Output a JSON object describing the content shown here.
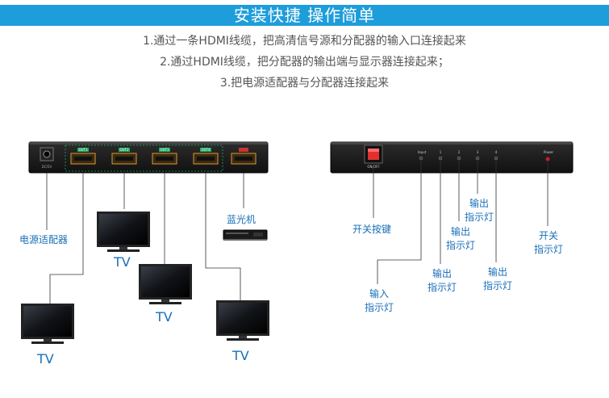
{
  "header": {
    "title": "安装快捷 操作简单"
  },
  "steps": [
    "1.通过一条HDMI线缆，把高清信号源和分配器的输入口连接起来",
    "2.通过HDMI线缆，把分配器的输出端与显示器连接起来；",
    "3.把电源适配器与分配器连接起来"
  ],
  "front_panel": {
    "dc_label": "DC/5V",
    "port_tags": [
      "OUT1",
      "OUT2",
      "OUT3",
      "OUT4"
    ],
    "labels": {
      "power_adapter": "电源适配器",
      "bluray": "蓝光机"
    },
    "tv_labels": [
      "TV",
      "TV",
      "TV",
      "TV"
    ]
  },
  "back_panel": {
    "switch_label": "ON/OFF",
    "input_text": "Input",
    "power_text": "Power",
    "led_numbers": [
      "1",
      "2",
      "3",
      "4"
    ],
    "labels": {
      "switch": "开关按键",
      "input_led_1": "输入",
      "input_led_2": "指示灯",
      "out_led_1": "输出",
      "out_led_2": "指示灯",
      "power_led_1": "开关",
      "power_led_2": "指示灯"
    }
  },
  "colors": {
    "accent": "#1e9ddb",
    "label": "#1a6fb8",
    "port_green": "#22aa55",
    "switch_red": "#e23030"
  }
}
